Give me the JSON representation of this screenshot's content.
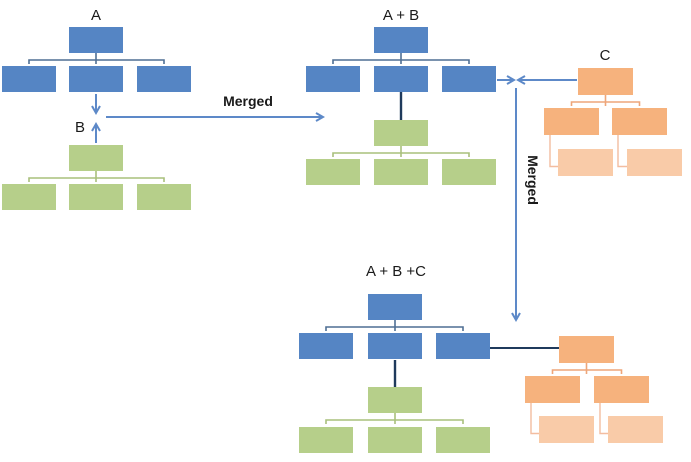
{
  "colors": {
    "blue": "#5585c4",
    "green": "#b6cf8a",
    "orange": "#f6b27d",
    "orange_light": "#f9cba8",
    "arrow": "#5d89c8",
    "connector_blue": "#4f6f94",
    "connector_green": "#a9c07c",
    "connector_orange": "#eea67a",
    "connector_orange_light": "#f3bda0",
    "dark_link": "#1f3a5c"
  },
  "labels": {
    "a": "A",
    "b": "B",
    "c": "C",
    "ab": "A + B",
    "abc": "A + B +C",
    "merged_horizontal": "Merged",
    "merged_vertical": "Merged"
  },
  "trees": [
    {
      "id": "tree-a",
      "label_key": "a",
      "kind": "blue-3"
    },
    {
      "id": "tree-b",
      "label_key": "b",
      "kind": "green-3"
    },
    {
      "id": "tree-c",
      "label_key": "c",
      "kind": "orange-2x2"
    },
    {
      "id": "tree-ab",
      "label_key": "ab",
      "kind": "blue-3 + green-3"
    },
    {
      "id": "tree-abc",
      "label_key": "abc",
      "kind": "blue-3 + green-3 + orange-2x2"
    }
  ]
}
